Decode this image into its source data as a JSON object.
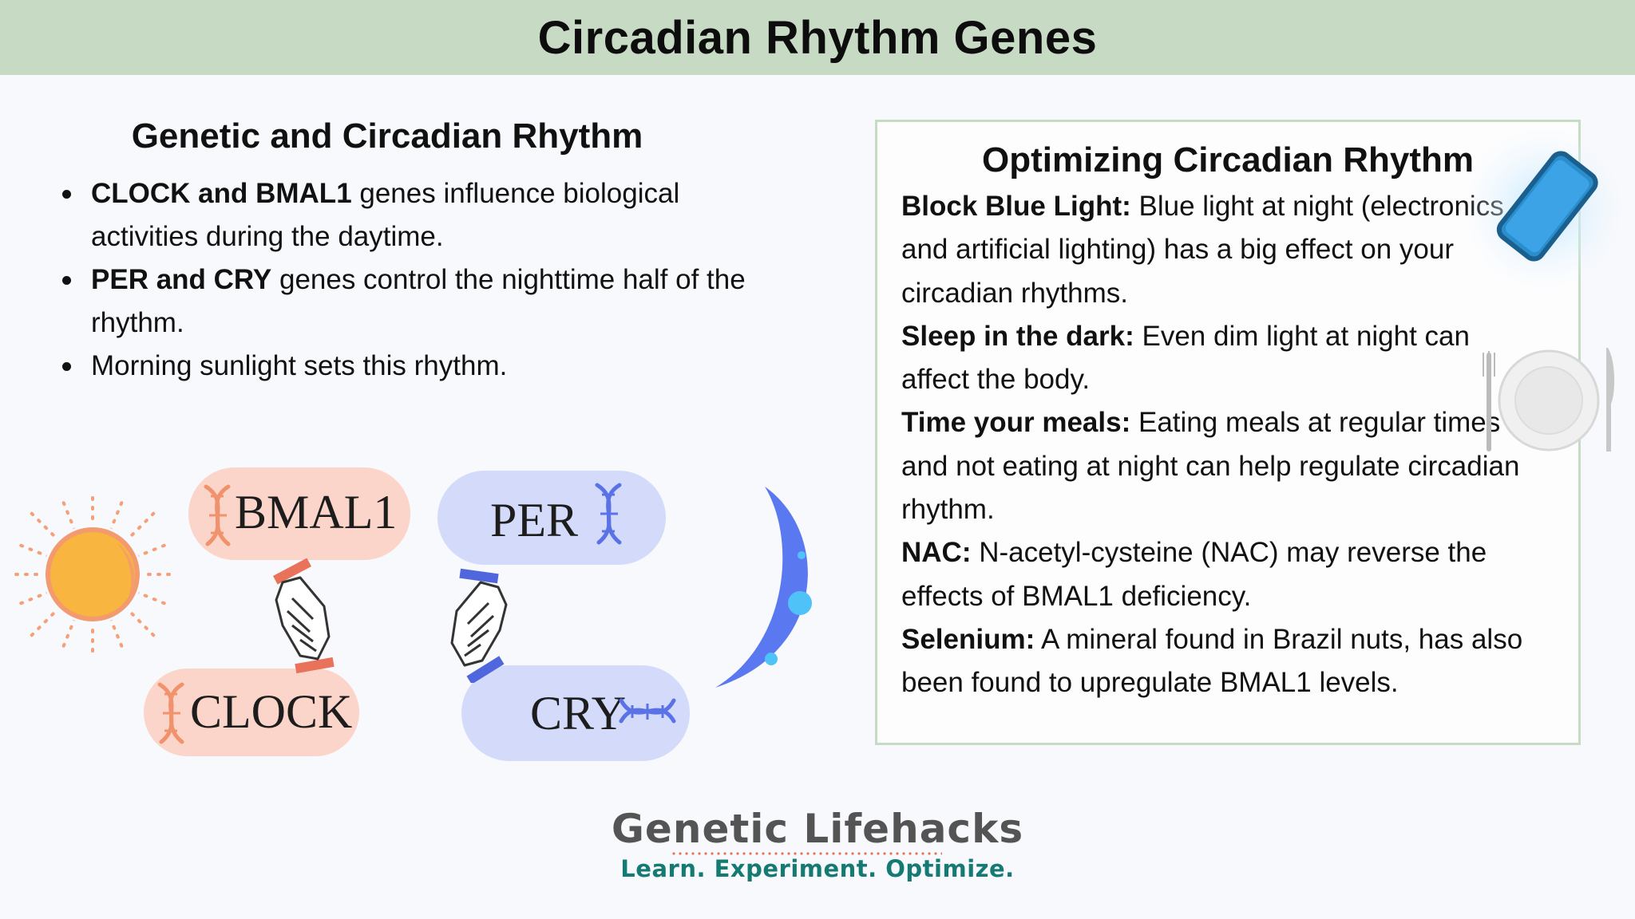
{
  "header": {
    "title": "Circadian Rhythm Genes"
  },
  "left": {
    "heading": "Genetic and Circadian Rhythm",
    "bullets": [
      {
        "bold": "CLOCK and BMAL1",
        "text": " genes influence biological activities during the daytime."
      },
      {
        "bold": "PER and CRY",
        "text": " genes control the nighttime half of the rhythm."
      },
      {
        "bold": "",
        "text": "Morning sunlight sets this rhythm."
      }
    ]
  },
  "diagram": {
    "genes": {
      "bmal1": "BMAL1",
      "clock": "CLOCK",
      "per": "PER",
      "cry": "CRY"
    },
    "icons": [
      "sun-icon",
      "handshake-icon",
      "dna-icon",
      "moon-icon"
    ],
    "colors": {
      "day_pill": "#fbd5c9",
      "night_pill": "#d4dbfa",
      "sun": "#f8b640",
      "moon": "#5a78f0",
      "day_accent": "#f08a68",
      "night_accent": "#5568e0"
    }
  },
  "optimize": {
    "title": "Optimizing Circadian Rhythm",
    "items": [
      {
        "bold": "Block Blue Light:",
        "text": " Blue light at night (electronics and artificial lighting) has a big effect on your circadian rhythms."
      },
      {
        "bold": "Sleep in the dark:",
        "text": " Even dim light at night can affect the body."
      },
      {
        "bold": "Time your meals:",
        "text": " Eating meals at regular times and not eating at night can help regulate circadian rhythm."
      },
      {
        "bold": "NAC:",
        "text": " N-acetyl-cysteine (NAC) may reverse the effects of BMAL1 deficiency."
      },
      {
        "bold": "Selenium:",
        "text": " A mineral found in Brazil nuts, has also been found to upregulate BMAL1 levels."
      }
    ],
    "icons": [
      "phone-icon",
      "plate-icon"
    ]
  },
  "footer": {
    "brand": "Genetic Lifehacks",
    "tagline": "Learn. Experiment. Optimize."
  }
}
